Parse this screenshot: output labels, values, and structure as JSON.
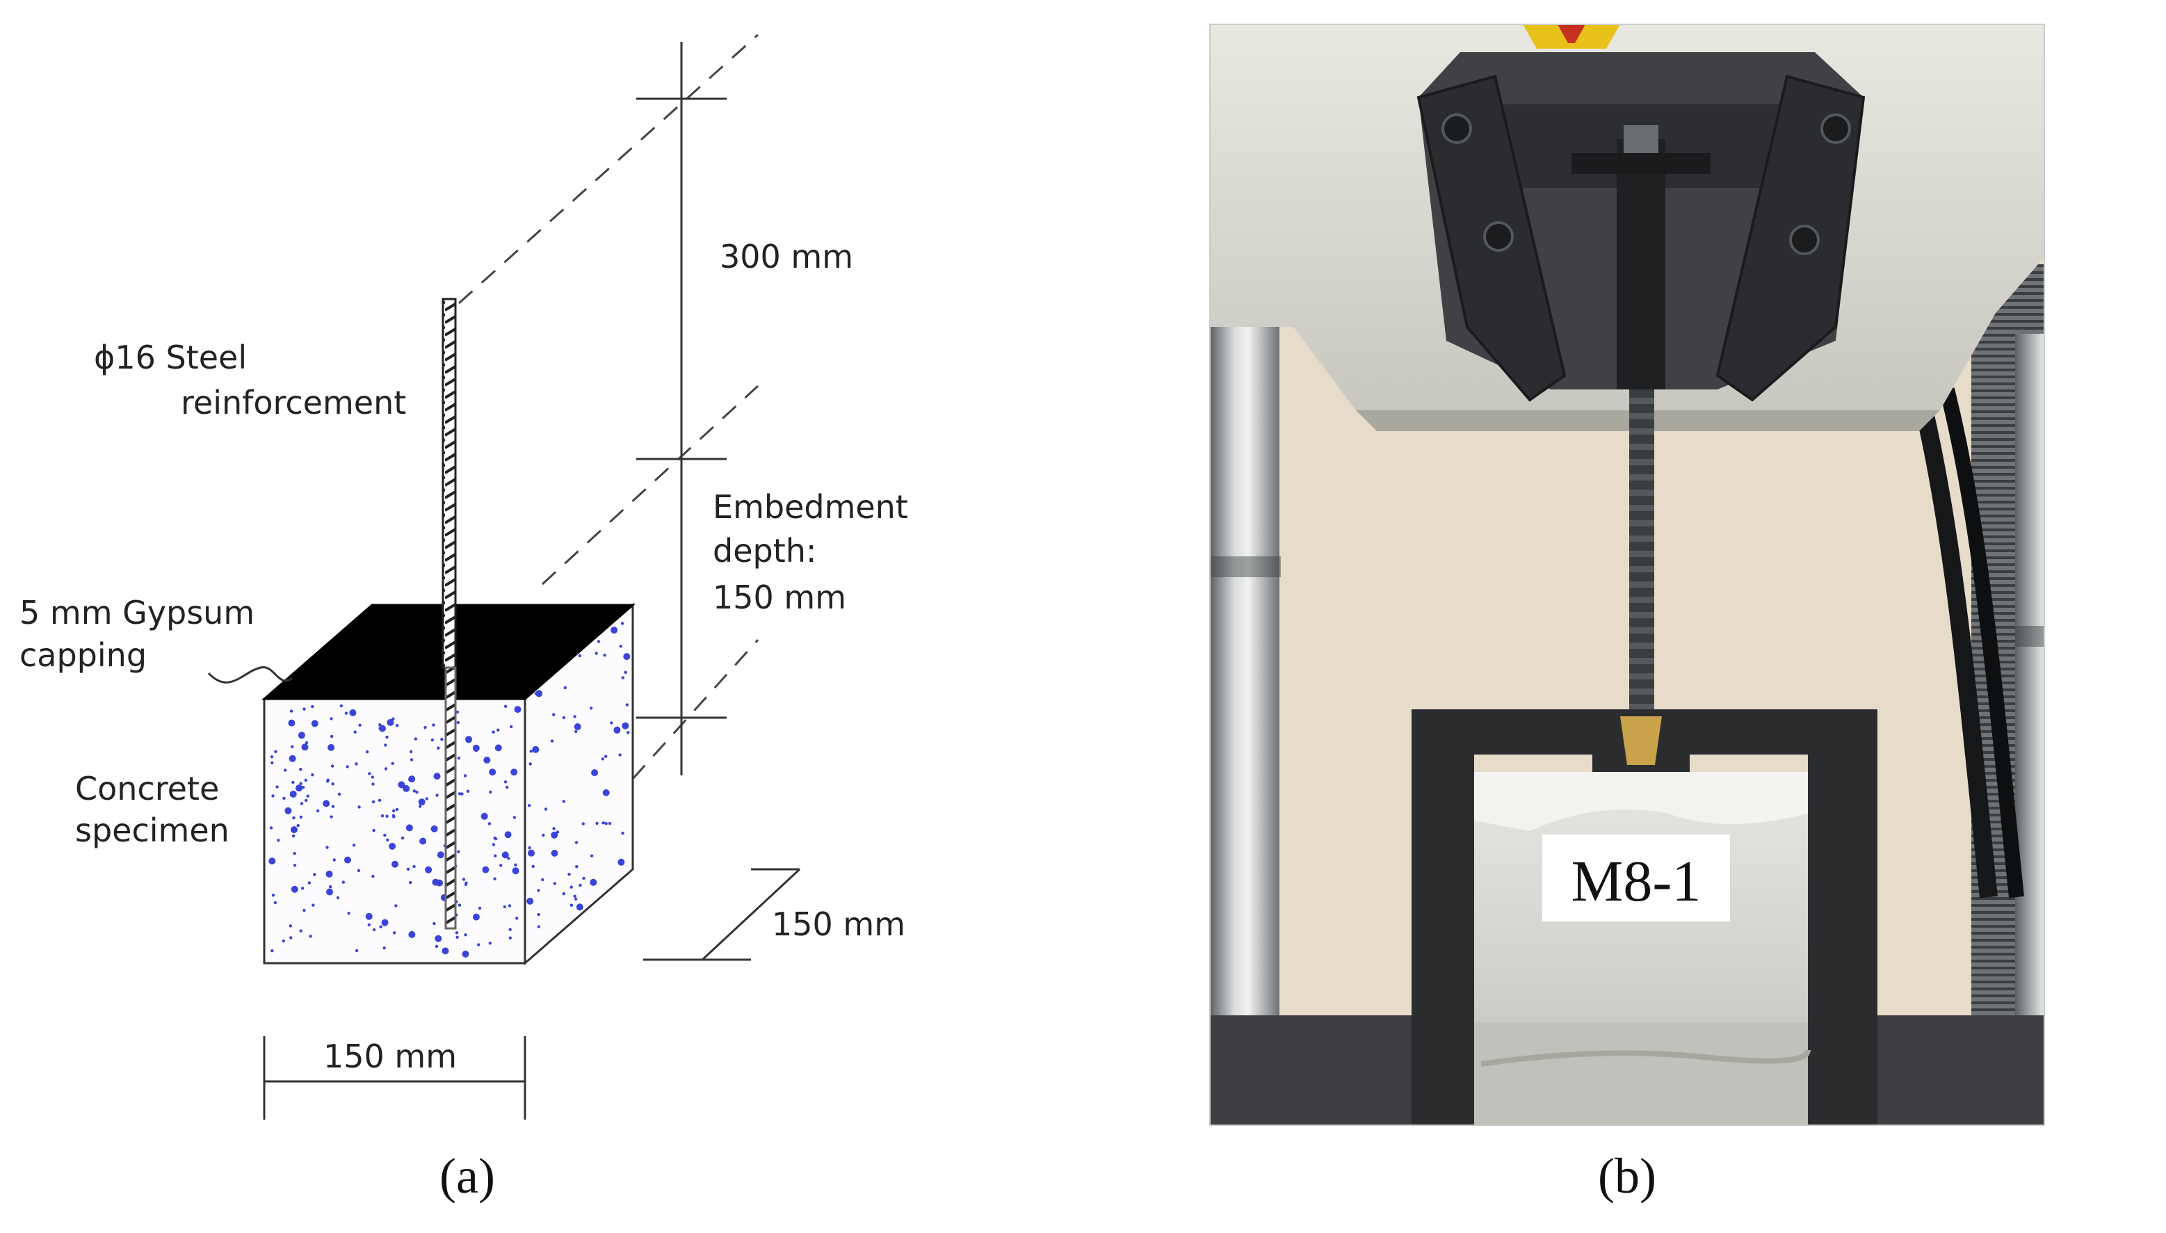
{
  "panels": {
    "a": {
      "caption": "(a)",
      "labels": {
        "rebar": [
          "ϕ16  Steel",
          "reinforcement"
        ],
        "capping": [
          "5 mm Gypsum",
          "capping"
        ],
        "specimen": [
          "Concrete",
          "specimen"
        ],
        "length_above": "300 mm",
        "embedment": [
          "Embedment",
          "depth:",
          "150 mm"
        ],
        "depth_dim": "150 mm",
        "width_dim": "150 mm"
      },
      "colors": {
        "concrete_speckle": "#3a44d8",
        "capping": "#000000",
        "lines": "#333333"
      }
    },
    "b": {
      "caption": "(b)",
      "specimen_tag": "M8-1",
      "colors": {
        "wall": "#ece0d0",
        "machine_head": "#dcdcd2",
        "frame": "#2a2c2e",
        "concrete": "#d7d9d4",
        "warning": "#e8c21a"
      }
    }
  }
}
